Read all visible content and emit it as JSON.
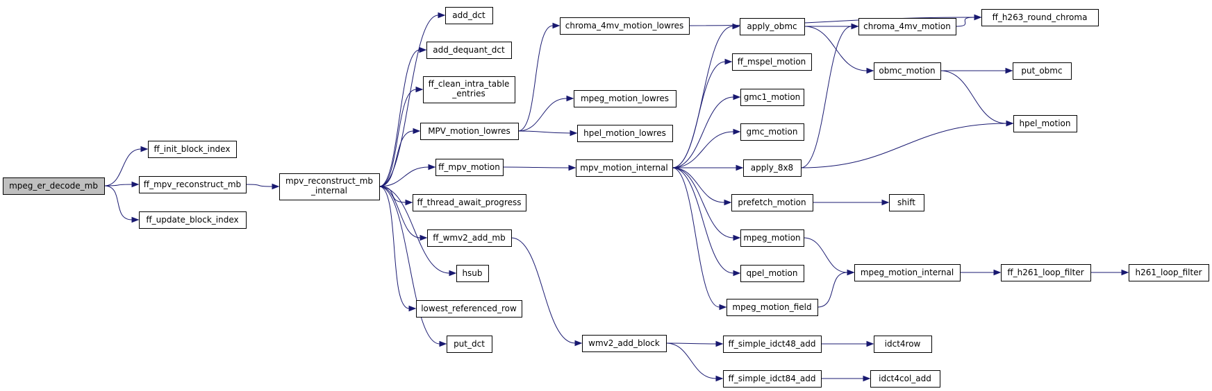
{
  "colors": {
    "edge": "#191970",
    "root_fill": "#bfbfbf",
    "node_fill": "#ffffff",
    "node_stroke": "#000000"
  },
  "nodes": {
    "n_root": [
      "mpeg_er_decode_mb"
    ],
    "n_init_block": [
      "ff_init_block_index"
    ],
    "n_reconstruct": [
      "ff_mpv_reconstruct_mb"
    ],
    "n_update_block": [
      "ff_update_block_index"
    ],
    "n_recon_internal": [
      "mpv_reconstruct_mb",
      "_internal"
    ],
    "n_add_dct": [
      "add_dct"
    ],
    "n_add_dequant": [
      "add_dequant_dct"
    ],
    "n_clean_intra": [
      "ff_clean_intra_table",
      "_entries"
    ],
    "n_mpv_lowres": [
      "MPV_motion_lowres"
    ],
    "n_ff_mpv_motion": [
      "ff_mpv_motion"
    ],
    "n_thread_await": [
      "ff_thread_await_progress"
    ],
    "n_wmv2_add_mb": [
      "ff_wmv2_add_mb"
    ],
    "n_hsub": [
      "hsub"
    ],
    "n_lowest_ref": [
      "lowest_referenced_row"
    ],
    "n_put_dct": [
      "put_dct"
    ],
    "n_chroma_lowres": [
      "chroma_4mv_motion_lowres"
    ],
    "n_mpeg_lowres": [
      "mpeg_motion_lowres"
    ],
    "n_hpel_lowres": [
      "hpel_motion_lowres"
    ],
    "n_mpv_internal": [
      "mpv_motion_internal"
    ],
    "n_wmv2_add_block": [
      "wmv2_add_block"
    ],
    "n_apply_obmc": [
      "apply_obmc"
    ],
    "n_mspel": [
      "ff_mspel_motion"
    ],
    "n_gmc1": [
      "gmc1_motion"
    ],
    "n_gmc": [
      "gmc_motion"
    ],
    "n_apply_8x8": [
      "apply_8x8"
    ],
    "n_prefetch": [
      "prefetch_motion"
    ],
    "n_mpeg_motion": [
      "mpeg_motion"
    ],
    "n_qpel": [
      "qpel_motion"
    ],
    "n_mpeg_field": [
      "mpeg_motion_field"
    ],
    "n_idct48": [
      "ff_simple_idct48_add"
    ],
    "n_idct84": [
      "ff_simple_idct84_add"
    ],
    "n_chroma_4mv": [
      "chroma_4mv_motion"
    ],
    "n_obmc_motion": [
      "obmc_motion"
    ],
    "n_shift": [
      "shift"
    ],
    "n_mpeg_internal": [
      "mpeg_motion_internal"
    ],
    "n_idct4row": [
      "idct4row"
    ],
    "n_idct4col": [
      "idct4col_add"
    ],
    "n_h263_round": [
      "ff_h263_round_chroma"
    ],
    "n_put_obmc": [
      "put_obmc"
    ],
    "n_hpel_motion": [
      "hpel_motion"
    ],
    "n_h261_loop": [
      "ff_h261_loop_filter"
    ],
    "n_h261_loop_filter": [
      "h261_loop_filter"
    ]
  },
  "edges": [
    [
      "n_root",
      "n_init_block"
    ],
    [
      "n_root",
      "n_reconstruct"
    ],
    [
      "n_root",
      "n_update_block"
    ],
    [
      "n_reconstruct",
      "n_recon_internal"
    ],
    [
      "n_recon_internal",
      "n_add_dct"
    ],
    [
      "n_recon_internal",
      "n_add_dequant"
    ],
    [
      "n_recon_internal",
      "n_clean_intra"
    ],
    [
      "n_recon_internal",
      "n_mpv_lowres"
    ],
    [
      "n_recon_internal",
      "n_ff_mpv_motion"
    ],
    [
      "n_recon_internal",
      "n_thread_await"
    ],
    [
      "n_recon_internal",
      "n_wmv2_add_mb"
    ],
    [
      "n_recon_internal",
      "n_hsub"
    ],
    [
      "n_recon_internal",
      "n_lowest_ref"
    ],
    [
      "n_recon_internal",
      "n_put_dct"
    ],
    [
      "n_mpv_lowres",
      "n_chroma_lowres"
    ],
    [
      "n_mpv_lowres",
      "n_mpeg_lowres"
    ],
    [
      "n_mpv_lowres",
      "n_hpel_lowres"
    ],
    [
      "n_ff_mpv_motion",
      "n_mpv_internal"
    ],
    [
      "n_wmv2_add_mb",
      "n_wmv2_add_block"
    ],
    [
      "n_chroma_lowres",
      "n_h263_round"
    ],
    [
      "n_mpv_internal",
      "n_apply_obmc"
    ],
    [
      "n_mpv_internal",
      "n_mspel"
    ],
    [
      "n_mpv_internal",
      "n_gmc1"
    ],
    [
      "n_mpv_internal",
      "n_gmc"
    ],
    [
      "n_mpv_internal",
      "n_apply_8x8"
    ],
    [
      "n_mpv_internal",
      "n_prefetch"
    ],
    [
      "n_mpv_internal",
      "n_mpeg_motion"
    ],
    [
      "n_mpv_internal",
      "n_qpel"
    ],
    [
      "n_mpv_internal",
      "n_mpeg_field"
    ],
    [
      "n_wmv2_add_block",
      "n_idct48"
    ],
    [
      "n_wmv2_add_block",
      "n_idct84"
    ],
    [
      "n_apply_obmc",
      "n_chroma_4mv"
    ],
    [
      "n_apply_obmc",
      "n_obmc_motion"
    ],
    [
      "n_apply_8x8",
      "n_chroma_4mv"
    ],
    [
      "n_apply_8x8",
      "n_hpel_motion"
    ],
    [
      "n_prefetch",
      "n_shift"
    ],
    [
      "n_mpeg_motion",
      "n_mpeg_internal"
    ],
    [
      "n_mpeg_field",
      "n_mpeg_internal"
    ],
    [
      "n_idct48",
      "n_idct4row"
    ],
    [
      "n_idct84",
      "n_idct4col"
    ],
    [
      "n_chroma_4mv",
      "n_h263_round"
    ],
    [
      "n_obmc_motion",
      "n_put_obmc"
    ],
    [
      "n_obmc_motion",
      "n_hpel_motion"
    ],
    [
      "n_mpeg_internal",
      "n_h261_loop"
    ],
    [
      "n_h261_loop",
      "n_h261_loop_filter"
    ]
  ]
}
